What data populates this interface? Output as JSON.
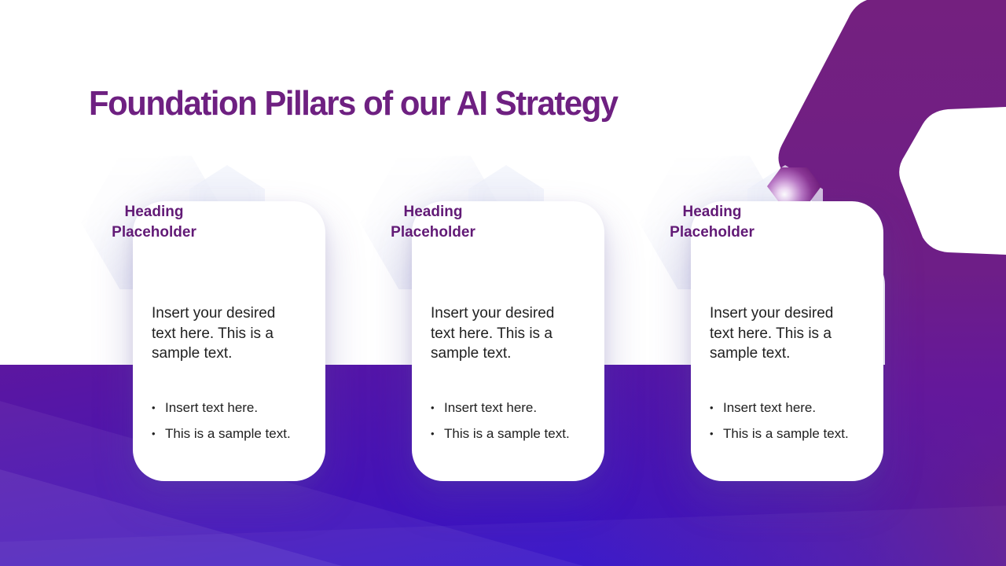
{
  "slide": {
    "title": "Foundation Pillars of our AI Strategy",
    "bullet_char": "•",
    "cards": [
      {
        "heading": "Heading Placeholder",
        "body": "Insert your desired text here. This is a sample text.",
        "bullets": [
          "Insert text here.",
          "This is a sample text."
        ]
      },
      {
        "heading": "Heading Placeholder",
        "body": "Insert your desired text here. This is a sample text.",
        "bullets": [
          "Insert text here.",
          "This is a sample text."
        ]
      },
      {
        "heading": "Heading Placeholder",
        "body": "Insert your desired text here. This is a sample text.",
        "bullets": [
          "Insert text here.",
          "This is a sample text."
        ]
      }
    ],
    "colors": {
      "title_text": "#6E2081",
      "heading_text": "#621A76",
      "corner_shape": "#74207F",
      "band_top": "#5C17A0",
      "band_bottom": "#2B10D2",
      "card_background": "#FFFFFF",
      "body_text": "#212121"
    }
  }
}
